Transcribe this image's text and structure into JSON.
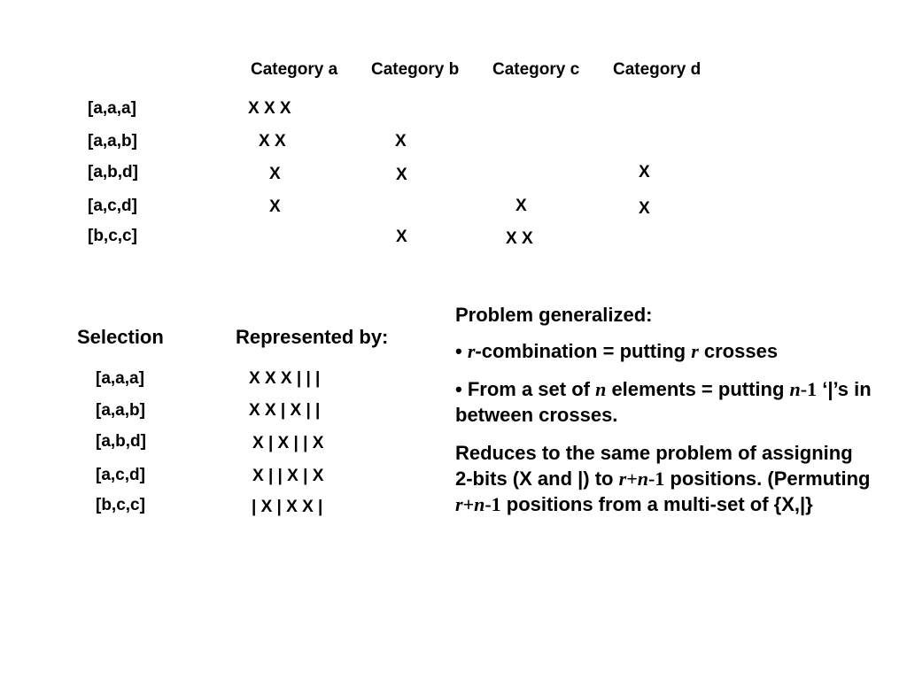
{
  "categories": [
    "Category a",
    "Category b",
    "Category c",
    "Category d"
  ],
  "table1": {
    "rows": [
      {
        "label": "[a,a,a]",
        "a": "X X X",
        "b": "",
        "c": "",
        "d": ""
      },
      {
        "label": "[a,a,b]",
        "a": "X X",
        "b": "X",
        "c": "",
        "d": ""
      },
      {
        "label": "[a,b,d]",
        "a": "X",
        "b": "X",
        "c": "",
        "d": "X"
      },
      {
        "label": "[a,c,d]",
        "a": "X",
        "b": "",
        "c": "X",
        "d": "X"
      },
      {
        "label": "[b,c,c]",
        "a": "",
        "b": "X",
        "c": "X X",
        "d": ""
      }
    ]
  },
  "selection_header": "Selection",
  "represented_header": "Represented by:",
  "table2": {
    "rows": [
      {
        "label": "[a,a,a]",
        "repr": "X X X | | |"
      },
      {
        "label": "[a,a,b]",
        "repr": "X X | X | |"
      },
      {
        "label": "[a,b,d]",
        "repr": "X | X | | X"
      },
      {
        "label": "[a,c,d]",
        "repr": "X | | X | X"
      },
      {
        "label": "[b,c,c]",
        "repr": "| X | X X |"
      }
    ]
  },
  "panel": {
    "title": "Problem generalized:",
    "b1": {
      "bullet": "• ",
      "v1": "r",
      "t1": "-combination = putting ",
      "v2": "r",
      "t2": " crosses"
    },
    "b2": {
      "bullet": "• ",
      "t1": "From a set of ",
      "v1": "n",
      "t2": " elements = putting ",
      "v2": "n",
      "t3": "-1",
      "t4": " ‘|’s in between crosses."
    },
    "p3": {
      "t1": "Reduces to the same problem of assigning 2-bits (X and |) to ",
      "e1": "r+n",
      "e1b": "-1",
      "t2": " positions.  (Permuting ",
      "e2": "r+n",
      "e2b": "-1",
      "t3": " positions from a multi-set of {X,|}"
    }
  }
}
